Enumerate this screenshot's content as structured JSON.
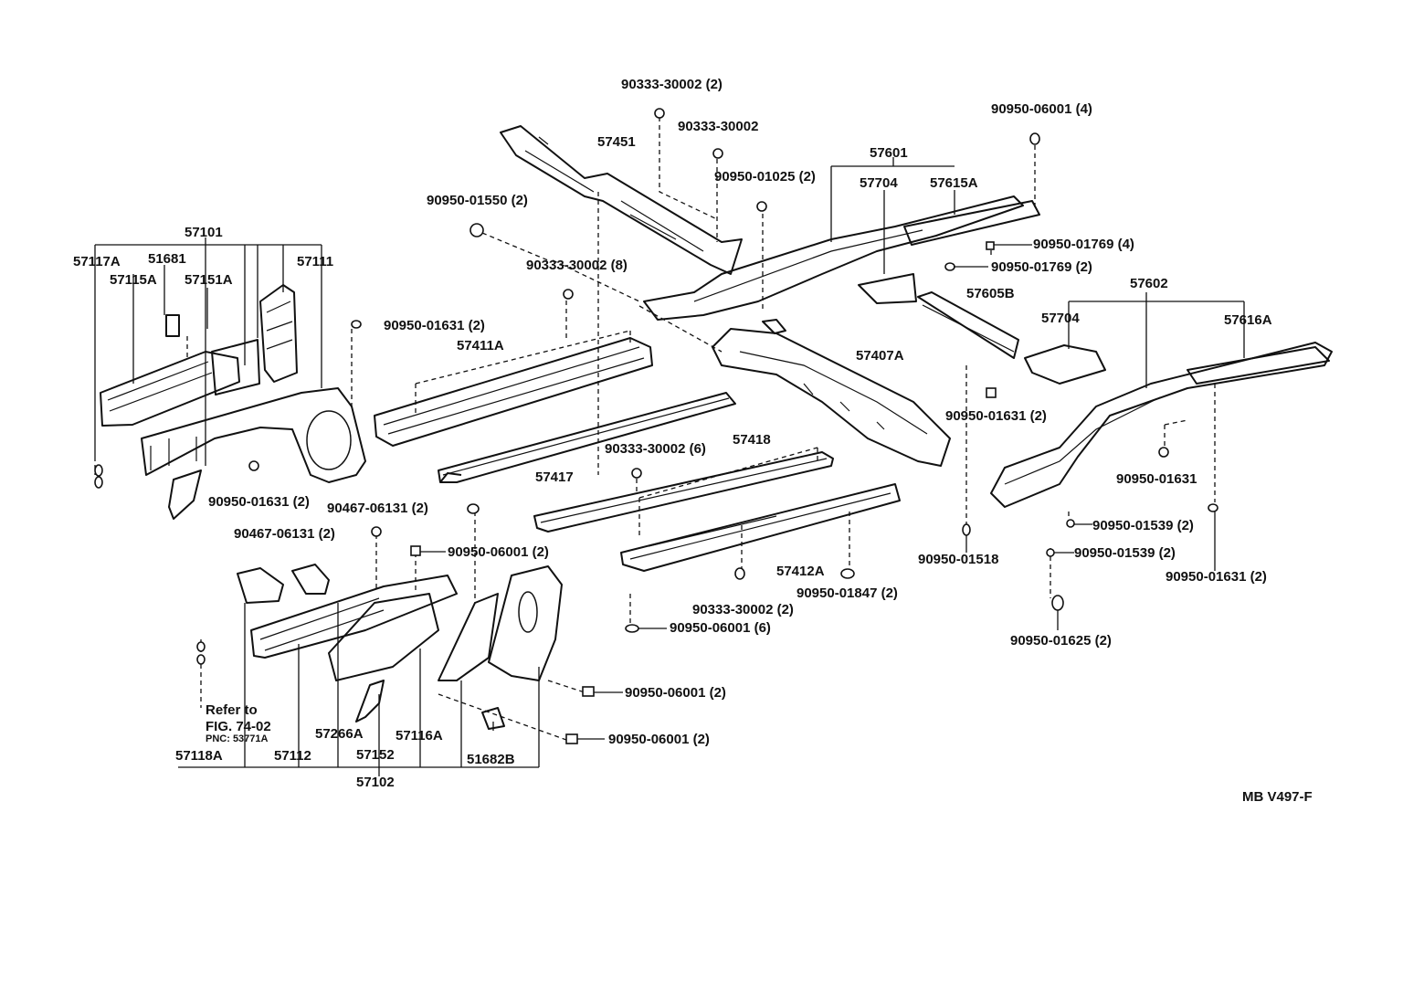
{
  "labels": {
    "l57101": "57101",
    "l57117A": "57117A",
    "l51681": "51681",
    "l57115A_top": "57115A",
    "l57151A": "57151A",
    "l57111": "57111",
    "l90950_01631_2_a": "90950-01631 (2)",
    "l90950_01631_2_b": "90950-01631 (2)",
    "l90333_30002_2_top": "90333-30002 (2)",
    "l57451": "57451",
    "l90333_30002": "90333-30002",
    "l90950_01550_2": "90950-01550 (2)",
    "l90950_01025_2": "90950-01025 (2)",
    "l90333_30002_8": "90333-30002 (8)",
    "l57411A": "57411A",
    "l57417": "57417",
    "l57601": "57601",
    "l57704_a": "57704",
    "l57615A": "57615A",
    "l90950_06001_4": "90950-06001 (4)",
    "l90950_01769_4": "90950-01769 (4)",
    "l90950_01769_2": "90950-01769 (2)",
    "l57605B": "57605B",
    "l57407A": "57407A",
    "l57602": "57602",
    "l57704_b": "57704",
    "l57616A": "57616A",
    "l90950_01631_2_c": "90950-01631 (2)",
    "l90950_01631": "90950-01631",
    "l90950_01539_2_a": "90950-01539 (2)",
    "l90950_01539_2_b": "90950-01539 (2)",
    "l90950_01631_2_d": "90950-01631 (2)",
    "l90950_01625_2": "90950-01625 (2)",
    "l90950_01518": "90950-01518",
    "l90333_30002_6": "90333-30002 (6)",
    "l57418": "57418",
    "l57412A": "57412A",
    "l90950_01847_2": "90950-01847 (2)",
    "l90333_30002_2_mid": "90333-30002 (2)",
    "l90950_06001_6": "90950-06001 (6)",
    "l90467_06131_2_a": "90467-06131 (2)",
    "l90467_06131_2_b": "90467-06131 (2)",
    "l90950_06001_2_a": "90950-06001 (2)",
    "l90950_06001_2_b": "90950-06001 (2)",
    "l90950_06001_2_c": "90950-06001 (2)",
    "refer_line1": "Refer to",
    "refer_line2": "FIG. 74-02",
    "refer_line3": "PNC: 53771A",
    "l57118A": "57118A",
    "l57112": "57112",
    "l57266A": "57266A",
    "l57152": "57152",
    "l57116A": "57116A",
    "l51682B": "51682B",
    "l57102": "57102",
    "figure_code": "MB V497-F"
  }
}
